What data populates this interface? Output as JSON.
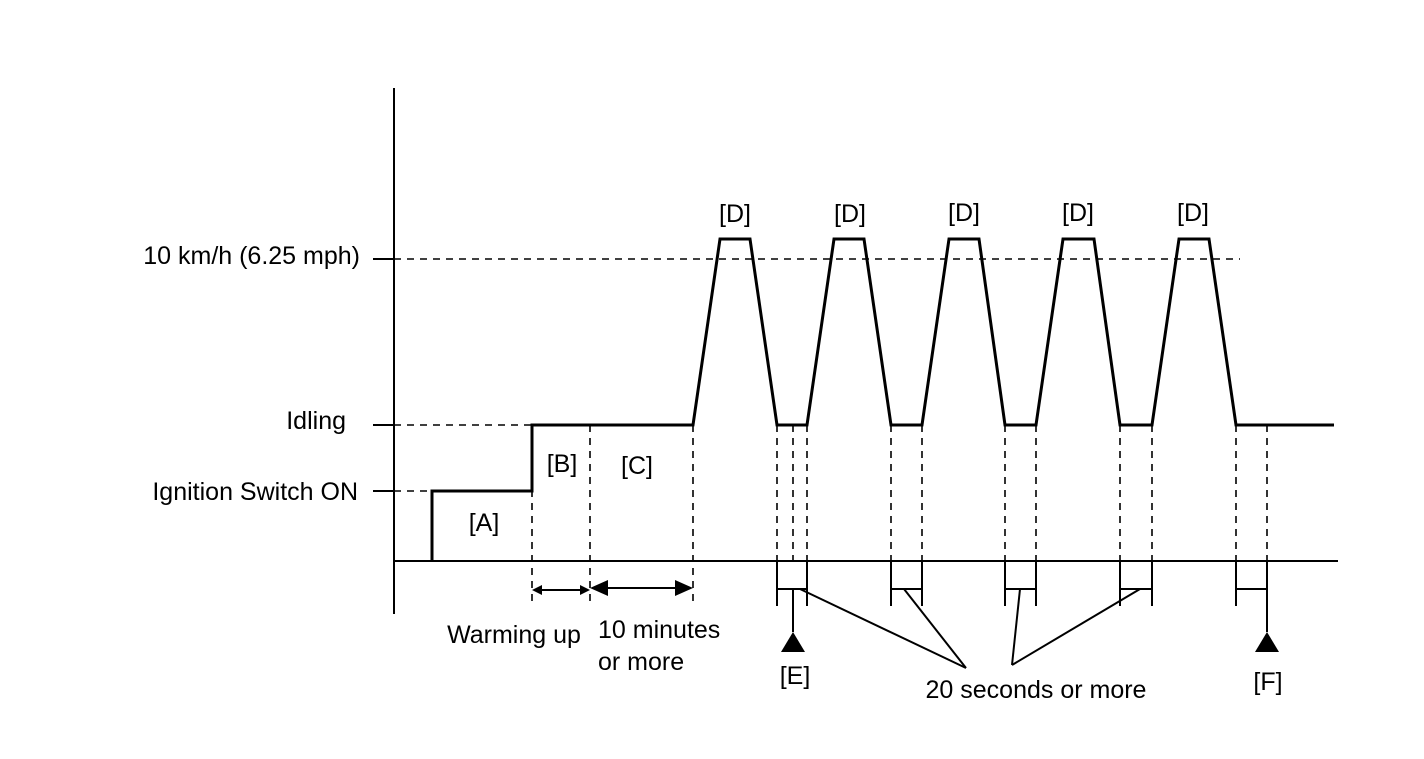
{
  "levels": {
    "speed": "10 km/h (6.25 mph)",
    "idling": "Idling",
    "ignition": "Ignition Switch ON"
  },
  "segments": {
    "a": "[A]",
    "b": "[B]",
    "c": "[C]",
    "d": [
      "[D]",
      "[D]",
      "[D]",
      "[D]",
      "[D]"
    ]
  },
  "durations": {
    "warming": "Warming up",
    "ten_min_line1": "10 minutes",
    "ten_min_line2": "or more",
    "twenty_sec": "20 seconds or more"
  },
  "markers": {
    "e": "[E]",
    "f": "[F]"
  }
}
